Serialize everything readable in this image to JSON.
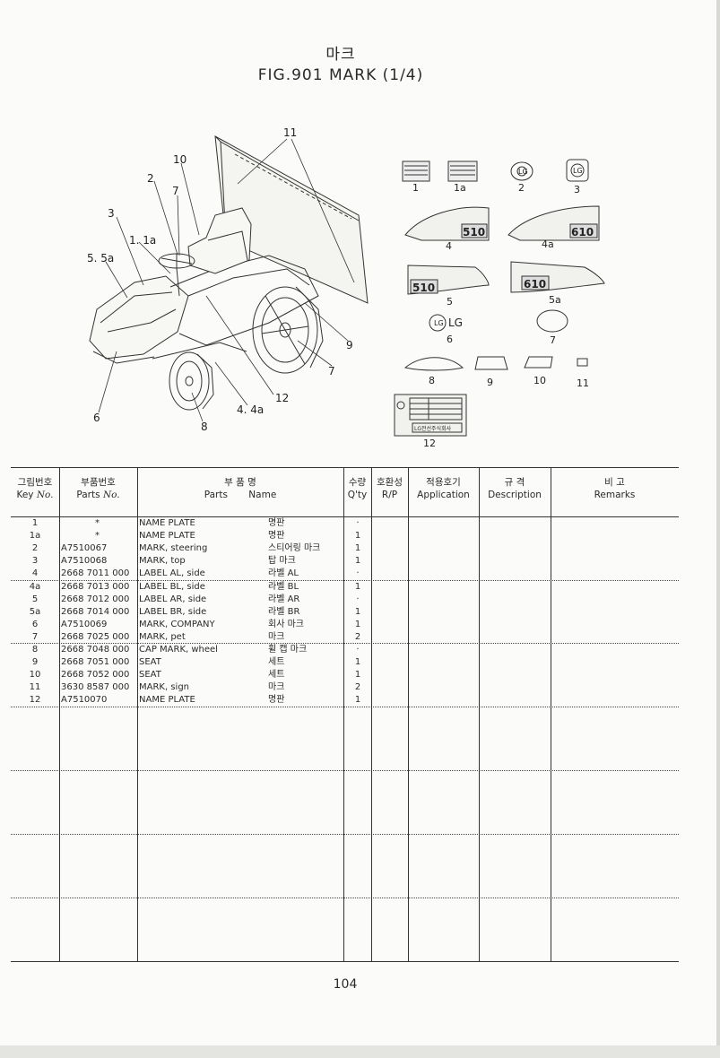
{
  "title": {
    "korean": "마크",
    "english": "FIG.901  MARK (1/4)"
  },
  "page_number": "104",
  "figure": {
    "callouts": [
      "11",
      "10",
      "2",
      "7",
      "3",
      "1. 1a",
      "5. 5a",
      "9",
      "7",
      "12",
      "4. 4a",
      "6",
      "8"
    ],
    "part_captions": [
      "1",
      "1a",
      "2",
      "3",
      "4",
      "4a",
      "5",
      "5a",
      "6",
      "7",
      "8",
      "9",
      "10",
      "11",
      "12"
    ],
    "decal_texts": {
      "model_510": "510",
      "model_610": "610",
      "lg_logo": "LG",
      "plate_footer": "LG전선주식회사"
    }
  },
  "table": {
    "headers": {
      "key_ko": "그림번호",
      "key_en": "Key No.",
      "part_ko": "부품번호",
      "part_en": "Parts No.",
      "name_ko": "부    품    명",
      "name_en_1": "Parts",
      "name_en_2": "Name",
      "qty_ko": "수량",
      "qty_en": "Q'ty",
      "rp_ko": "호환성",
      "rp_en": "R/P",
      "app_ko": "적용호기",
      "app_en": "Application",
      "desc_ko": "규    격",
      "desc_en": "Description",
      "rem_ko": "비    고",
      "rem_en": "Remarks"
    },
    "rows": [
      {
        "key": "1",
        "part_no": "*",
        "name_en": "NAME PLATE",
        "name_ko": "명판",
        "qty": "·"
      },
      {
        "key": "1a",
        "part_no": "*",
        "name_en": "NAME PLATE",
        "name_ko": "명판",
        "qty": "1"
      },
      {
        "key": "2",
        "part_no": "A7510067",
        "name_en": "MARK, steering",
        "name_ko": "스티어링 마크",
        "qty": "1"
      },
      {
        "key": "3",
        "part_no": "A7510068",
        "name_en": "MARK, top",
        "name_ko": "탑 마크",
        "qty": "1"
      },
      {
        "key": "4",
        "part_no": "2668 7011 000",
        "name_en": "LABEL AL, side",
        "name_ko": "라벨 AL",
        "qty": "·"
      },
      {
        "key": "4a",
        "part_no": "2668 7013 000",
        "name_en": "LABEL BL, side",
        "name_ko": "라벨 BL",
        "qty": "1"
      },
      {
        "key": "5",
        "part_no": "2668 7012 000",
        "name_en": "LABEL AR, side",
        "name_ko": "라벨 AR",
        "qty": "·"
      },
      {
        "key": "5a",
        "part_no": "2668 7014 000",
        "name_en": "LABEL BR, side",
        "name_ko": "라벨 BR",
        "qty": "1"
      },
      {
        "key": "6",
        "part_no": "A7510069",
        "name_en": "MARK, COMPANY",
        "name_ko": "회사 마크",
        "qty": "1"
      },
      {
        "key": "7",
        "part_no": "2668 7025 000",
        "name_en": "MARK, pet",
        "name_ko": "마크",
        "qty": "2"
      },
      {
        "key": "8",
        "part_no": "2668 7048 000",
        "name_en": "CAP MARK, wheel",
        "name_ko": "휠 캡 마크",
        "qty": "·"
      },
      {
        "key": "9",
        "part_no": "2668 7051 000",
        "name_en": "SEAT",
        "name_ko": "세트",
        "qty": "1"
      },
      {
        "key": "10",
        "part_no": "2668 7052 000",
        "name_en": "SEAT",
        "name_ko": "세트",
        "qty": "1"
      },
      {
        "key": "11",
        "part_no": "3630 8587 000",
        "name_en": "MARK, sign",
        "name_ko": "마크",
        "qty": "2"
      },
      {
        "key": "12",
        "part_no": "A7510070",
        "name_en": "NAME PLATE",
        "name_ko": "명판",
        "qty": "1"
      }
    ]
  }
}
